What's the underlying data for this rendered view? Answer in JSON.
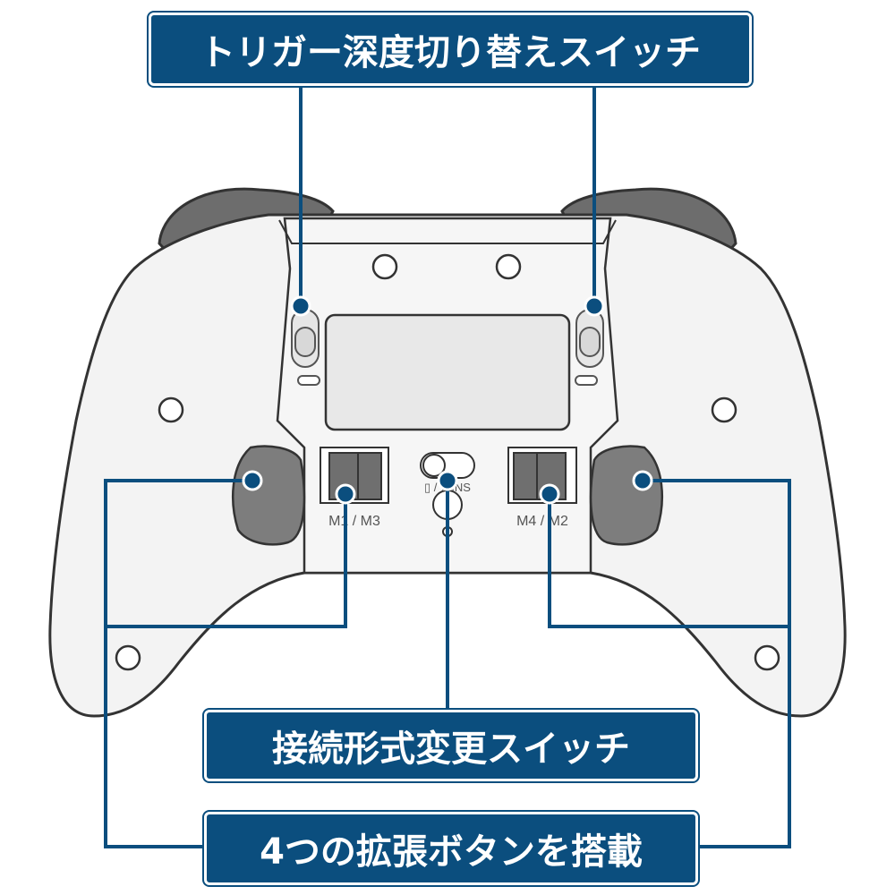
{
  "callouts": {
    "trigger_switch": "トリガー深度切り替えスイッチ",
    "connection_switch": "接続形式変更スイッチ",
    "extension_buttons": "4つの拡張ボタンを搭載"
  },
  "labels": {
    "left_slot": "M1 / M3",
    "right_slot": "M4 / M2",
    "mode_switch": "▯ / WINS"
  },
  "colors": {
    "callout_fill": "#0b4e7e",
    "leader_line": "#0b4e7e",
    "controller_body": "#f3f3f3",
    "controller_outline": "#333333",
    "paddle_fill": "#7d7d7d"
  }
}
